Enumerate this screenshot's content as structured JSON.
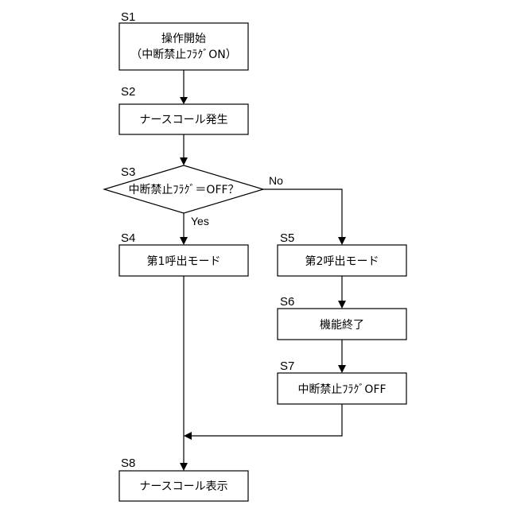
{
  "flowchart": {
    "s1": {
      "step": "S1",
      "line1": "操作開始",
      "line2": "（中断禁止ﾌﾗｸﾞON）"
    },
    "s2": {
      "step": "S2",
      "text": "ナースコール発生"
    },
    "s3": {
      "step": "S3",
      "text": "中断禁止ﾌﾗｸﾞ＝OFF？",
      "no_label": "No",
      "yes_label": "Yes"
    },
    "s4": {
      "step": "S4",
      "text": "第1呼出モード"
    },
    "s5": {
      "step": "S5",
      "text": "第2呼出モード"
    },
    "s6": {
      "step": "S6",
      "text": "機能終了"
    },
    "s7": {
      "step": "S7",
      "text": "中断禁止ﾌﾗｸﾞOFF"
    },
    "s8": {
      "step": "S8",
      "text": "ナースコール表示"
    }
  }
}
